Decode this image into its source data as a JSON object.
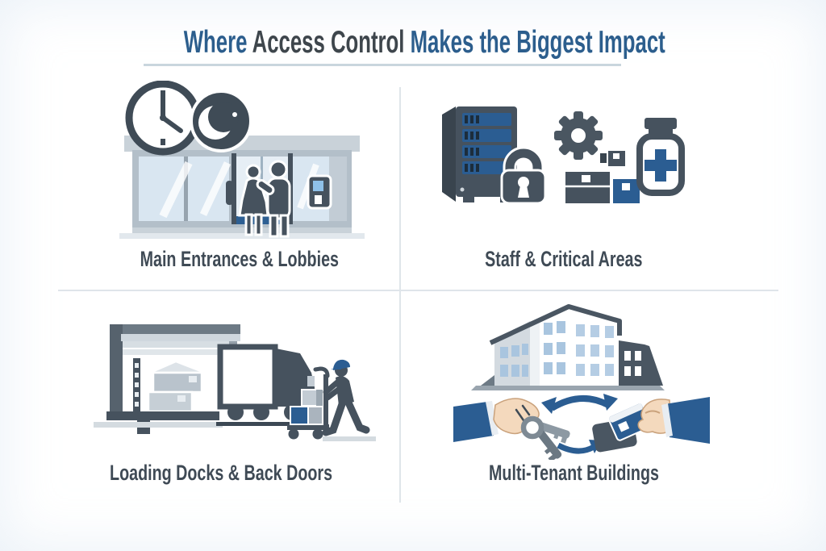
{
  "page": {
    "type": "infographic",
    "background": "#ffffff"
  },
  "title": {
    "full_text": "Where Access Control Makes the Biggest Impact",
    "segments": [
      {
        "text": "Where ",
        "color": "#2c5e8d"
      },
      {
        "text": "Access Control ",
        "color": "#3e464c"
      },
      {
        "text": "Makes the Biggest Impact",
        "color": "#2c5e8d"
      }
    ]
  },
  "quadrants": [
    {
      "id": "main-entrances-lobbies",
      "label": "Main Entrances & Lobbies",
      "icon": "storefront-entrance-clock-moon-icon",
      "icon_elements": [
        "clock-icon",
        "crescent-moon-icon",
        "glass-entrance-doors",
        "two-people-silhouettes",
        "card-reader-icon"
      ]
    },
    {
      "id": "staff-critical-areas",
      "label": "Staff & Critical Areas",
      "icon": "server-padlock-gear-supplies-icon",
      "icon_elements": [
        "server-rack-icon",
        "padlock-icon",
        "gear-icon",
        "storage-boxes-icon",
        "medicine-bottle-icon"
      ]
    },
    {
      "id": "loading-docks-back-doors",
      "label": "Loading Docks & Back Doors",
      "icon": "loading-dock-truck-worker-icon",
      "icon_elements": [
        "loading-dock-icon",
        "box-truck-icon",
        "worker-with-hand-truck-icon"
      ]
    },
    {
      "id": "multi-tenant-buildings",
      "label": "Multi-Tenant Buildings",
      "icon": "building-key-card-exchange-icon",
      "icon_elements": [
        "apartment-building-icon",
        "hand-with-keys-icon",
        "hand-with-access-card-icon",
        "exchange-arrows-icon"
      ]
    }
  ],
  "palette": {
    "title_blue": "#2c5e8d",
    "title_dark": "#3e464c",
    "label_slate": "#3f4a55",
    "icon_slate": "#46525e",
    "icon_blue": "#2b5d92",
    "glass_blue": "#d9e6f1",
    "window_blue": "#b5cde4",
    "skin_tone": "#f4d9bd",
    "light_gray": "#c9d2d9",
    "divider": "#dfe5ea",
    "underline": "#c9d6de"
  }
}
